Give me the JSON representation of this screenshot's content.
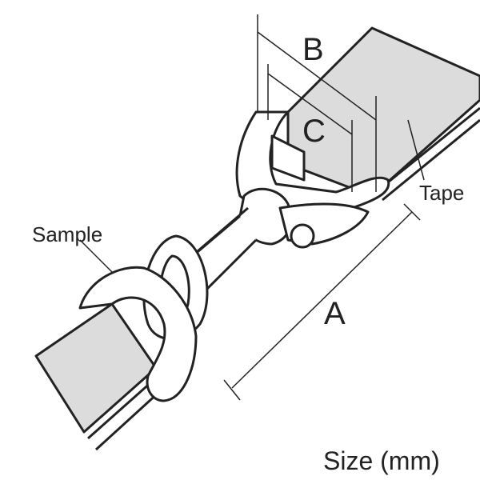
{
  "labels": {
    "a": "A",
    "b": "B",
    "c": "C",
    "tape": "Tape",
    "sample": "Sample",
    "size": "Size (mm)"
  },
  "colors": {
    "tape_fill": "#dcdcdc",
    "line": "#222222"
  }
}
